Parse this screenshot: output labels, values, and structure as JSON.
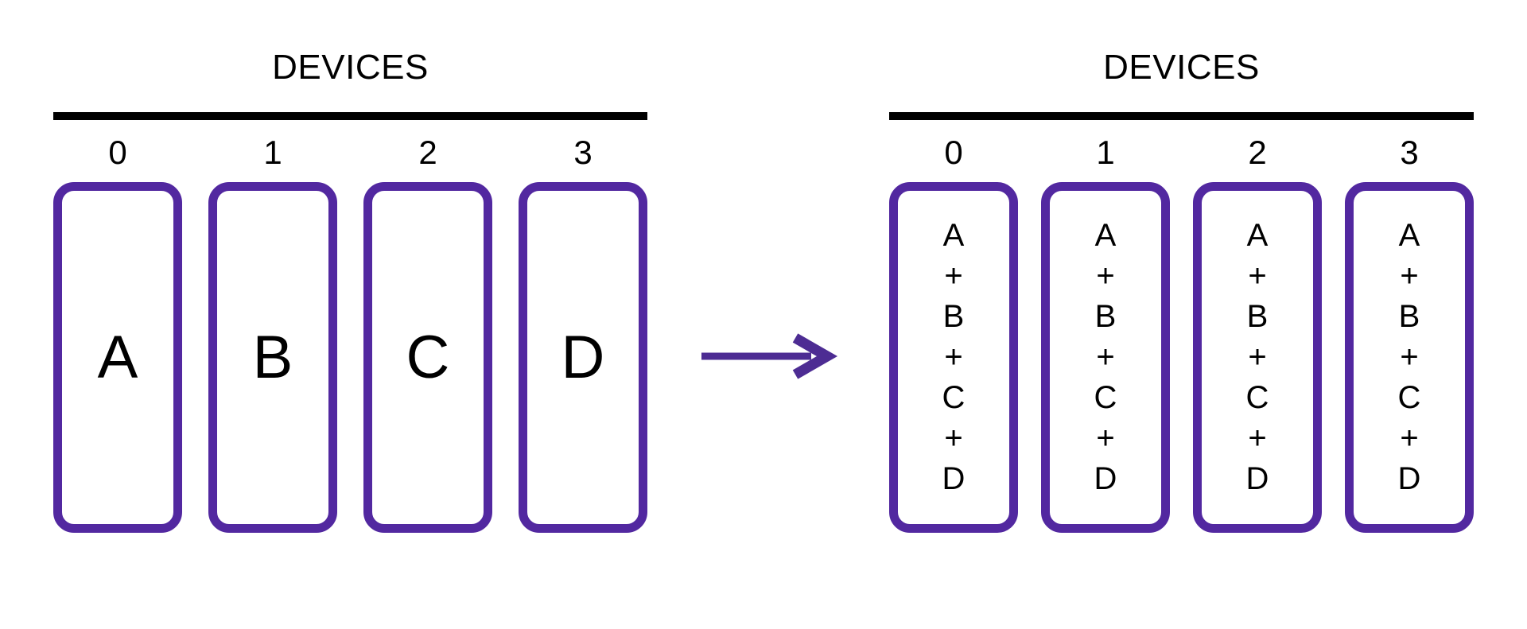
{
  "colors": {
    "box_border_purple": "#5228A0",
    "arrow_purple": "#4D2C93",
    "rule_black": "#000000",
    "background": "#FFFFFF"
  },
  "left_panel": {
    "title": "DEVICES",
    "device_ids": [
      "0",
      "1",
      "2",
      "3"
    ],
    "devices": [
      {
        "content": "A"
      },
      {
        "content": "B"
      },
      {
        "content": "C"
      },
      {
        "content": "D"
      }
    ]
  },
  "right_panel": {
    "title": "DEVICES",
    "device_ids": [
      "0",
      "1",
      "2",
      "3"
    ],
    "devices": [
      {
        "content": "A\n+\nB\n+\nC\n+\nD"
      },
      {
        "content": "A\n+\nB\n+\nC\n+\nD"
      },
      {
        "content": "A\n+\nB\n+\nC\n+\nD"
      },
      {
        "content": "A\n+\nB\n+\nC\n+\nD"
      }
    ]
  }
}
